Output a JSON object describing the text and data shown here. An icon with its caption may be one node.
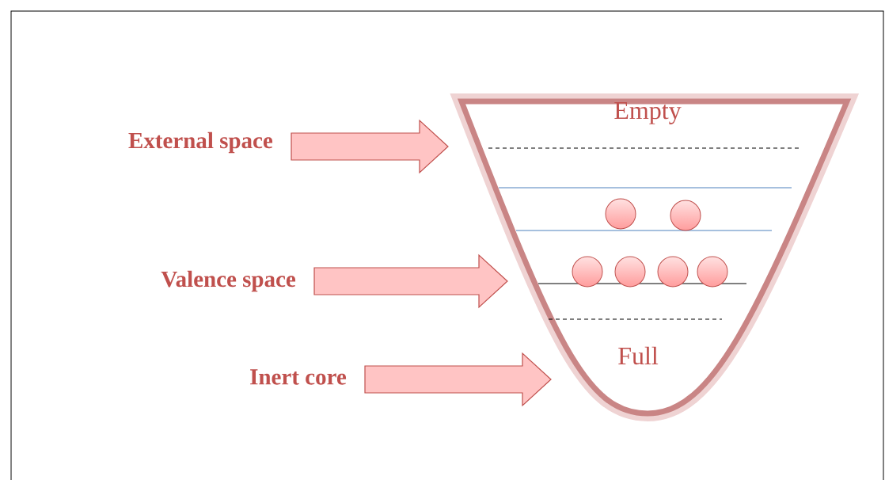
{
  "diagram": {
    "nodes": [
      {
        "text": [
          "External space"
        ]
      },
      {
        "text": [
          "Valence space"
        ]
      },
      {
        "text": [
          "Inert core"
        ]
      },
      {
        "text": [
          "Empty",
          "Full"
        ]
      }
    ],
    "edges": [
      {
        "from": 0,
        "to": null,
        "arrow": "to"
      },
      {
        "from": 1,
        "to": null,
        "arrow": "to"
      },
      {
        "from": 2,
        "to": null,
        "arrow": "to"
      }
    ]
  }
}
